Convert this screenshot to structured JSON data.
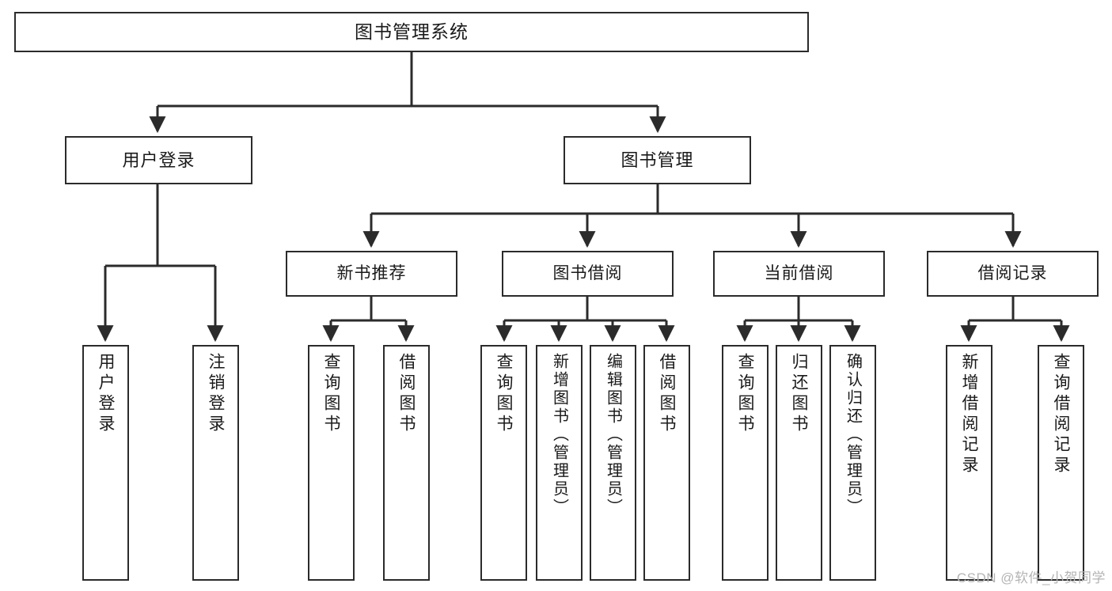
{
  "diagram": {
    "type": "tree",
    "title": "图书管理系统",
    "watermark": "CSDN @软件_小贺同学",
    "colors": {
      "box_border": "#2b2b2b",
      "box_fill": "#ffffff",
      "connector": "#2b2b2b",
      "text": "#1a1a1a",
      "watermark": "#b4b4b4"
    },
    "nodes": {
      "root": {
        "label": "图书管理系统"
      },
      "level2": [
        {
          "id": "user-login",
          "label": "用户登录"
        },
        {
          "id": "book-manage",
          "label": "图书管理"
        }
      ],
      "level3": [
        {
          "id": "new-book-rec",
          "label": "新书推荐"
        },
        {
          "id": "book-borrow",
          "label": "图书借阅"
        },
        {
          "id": "current-borrow",
          "label": "当前借阅"
        },
        {
          "id": "borrow-record",
          "label": "借阅记录"
        }
      ],
      "leaves": {
        "user-login": [
          {
            "id": "leaf-user-login",
            "label": "用户登录"
          },
          {
            "id": "leaf-user-logout",
            "label": "注销登录"
          }
        ],
        "new-book-rec": [
          {
            "id": "leaf-query-book-1",
            "label": "查询图书"
          },
          {
            "id": "leaf-borrow-book-1",
            "label": "借阅图书"
          }
        ],
        "book-borrow": [
          {
            "id": "leaf-query-book-2",
            "label": "查询图书"
          },
          {
            "id": "leaf-add-book",
            "label": "新增图书（管理员）"
          },
          {
            "id": "leaf-edit-book",
            "label": "编辑图书（管理员）"
          },
          {
            "id": "leaf-borrow-book-2",
            "label": "借阅图书"
          }
        ],
        "current-borrow": [
          {
            "id": "leaf-query-book-3",
            "label": "查询图书"
          },
          {
            "id": "leaf-return-book",
            "label": "归还图书"
          },
          {
            "id": "leaf-confirm-return",
            "label": "确认归还（管理员）"
          }
        ],
        "borrow-record": [
          {
            "id": "leaf-add-record",
            "label": "新增借阅记录"
          },
          {
            "id": "leaf-query-record",
            "label": "查询借阅记录"
          }
        ]
      }
    }
  }
}
